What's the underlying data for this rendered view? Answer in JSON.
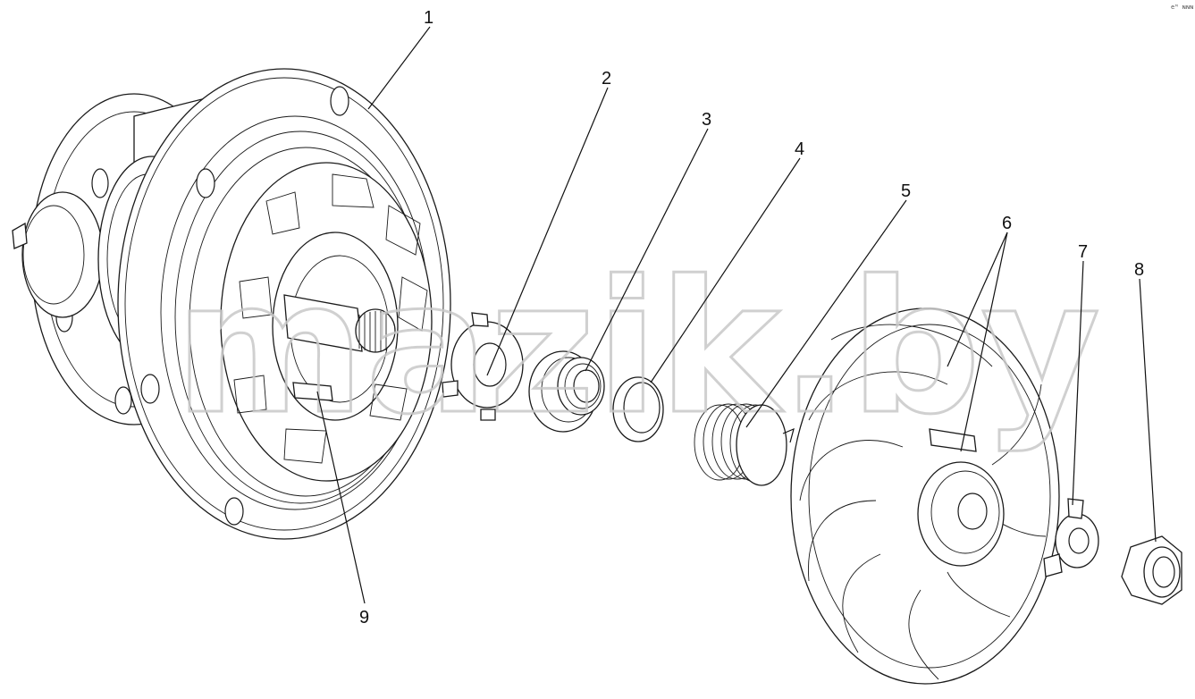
{
  "watermark": "mazik.by",
  "corner_mark": "eᴹ ɴɴɴ",
  "callouts": [
    {
      "id": "1",
      "label": "1"
    },
    {
      "id": "2",
      "label": "2"
    },
    {
      "id": "3",
      "label": "3"
    },
    {
      "id": "4",
      "label": "4"
    },
    {
      "id": "5",
      "label": "5"
    },
    {
      "id": "6",
      "label": "6"
    },
    {
      "id": "7",
      "label": "7"
    },
    {
      "id": "8",
      "label": "8"
    },
    {
      "id": "9",
      "label": "9"
    }
  ],
  "colors": {
    "line": "#1a1a1a",
    "background": "#ffffff",
    "watermark": "#c8c8c8"
  }
}
